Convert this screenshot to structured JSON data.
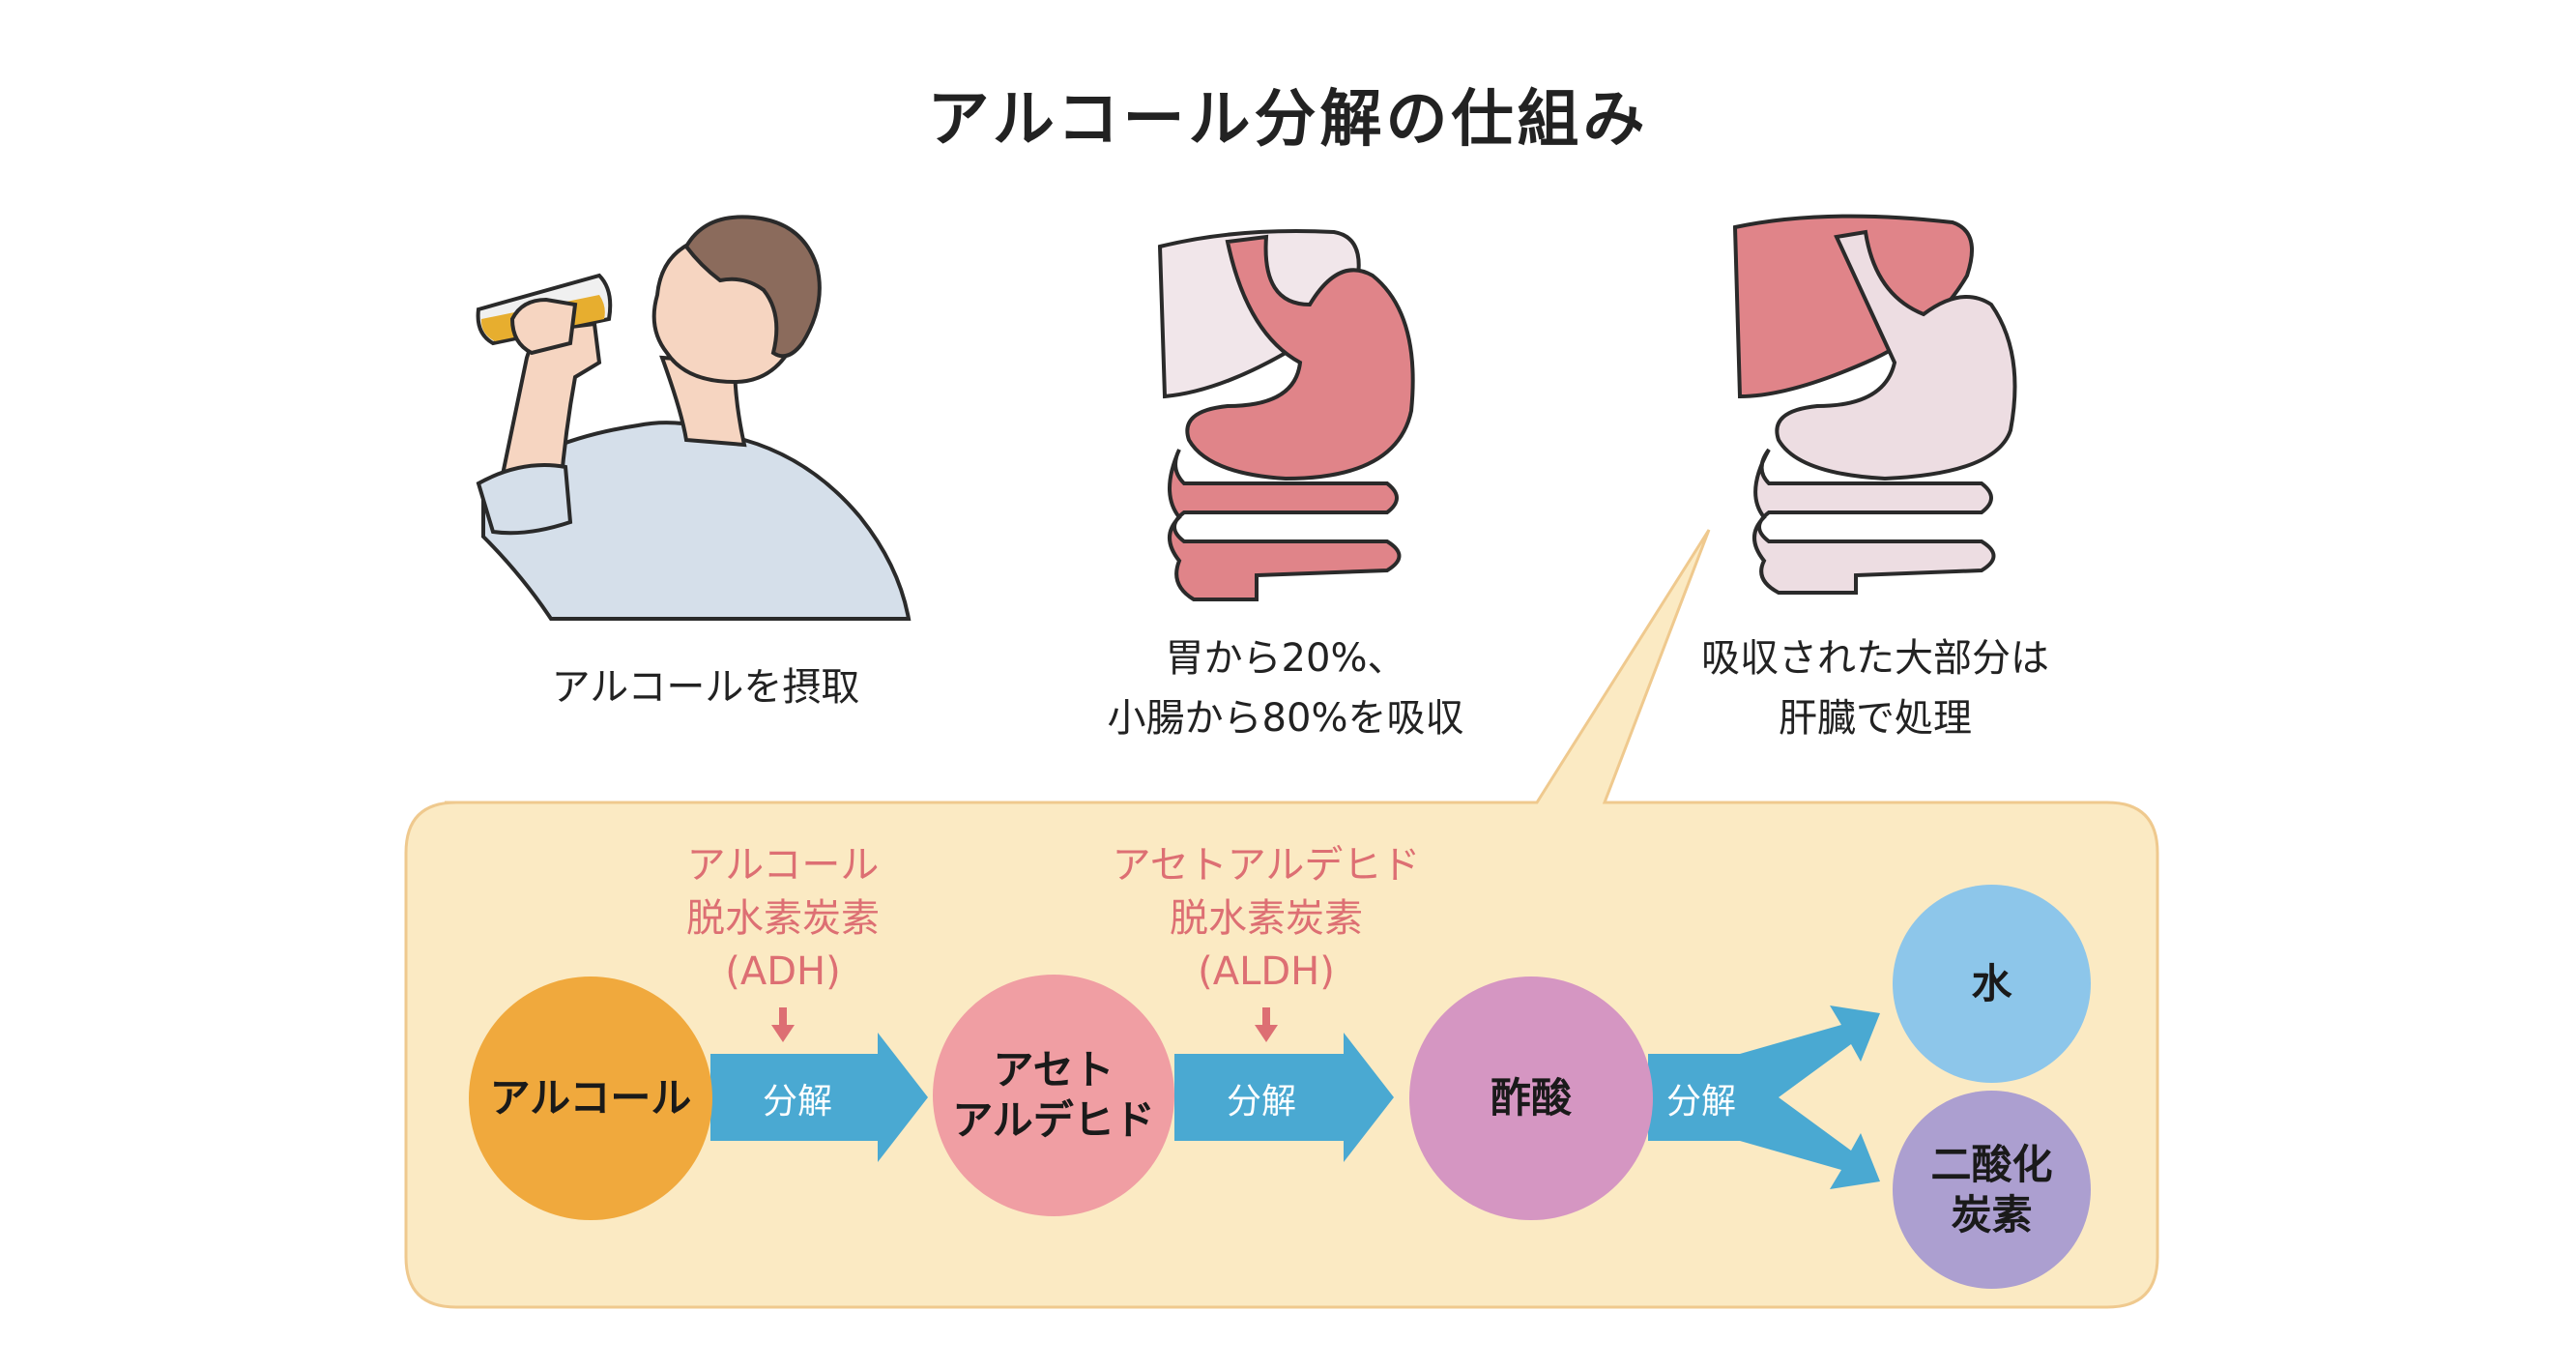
{
  "title": "アルコール分解の仕組み",
  "steps": [
    {
      "lines": [
        "アルコールを摂取"
      ]
    },
    {
      "lines": [
        "胃から20%、",
        "小腸から80%を吸収"
      ]
    },
    {
      "lines": [
        "吸収された大部分は",
        "肝臓で処理"
      ]
    }
  ],
  "enzymes": [
    {
      "lines": [
        "アルコール",
        "脱水素炭素",
        "(ADH)"
      ]
    },
    {
      "lines": [
        "アセトアルデヒド",
        "脱水素炭素",
        "(ALDH)"
      ]
    }
  ],
  "nodes": {
    "alcohol": {
      "lines": [
        "アルコール"
      ],
      "color": "#f0a93d"
    },
    "acetaldehyde": {
      "lines": [
        "アセト",
        "アルデヒド"
      ],
      "color": "#f09ea3"
    },
    "acetic_acid": {
      "lines": [
        "酢酸"
      ],
      "color": "#d596c2"
    },
    "water": {
      "lines": [
        "水"
      ],
      "color": "#8dc6ea"
    },
    "co2": {
      "lines": [
        "二酸化",
        "炭素"
      ],
      "color": "#ac9fd0"
    }
  },
  "arrows": [
    {
      "label": "分解"
    },
    {
      "label": "分解"
    },
    {
      "label": "分解"
    }
  ],
  "colors": {
    "panel": "#fbeac3",
    "panel_border": "#efc98e",
    "arrow": "#4aa9d2",
    "enzyme_text": "#dd6f73",
    "stomach": "#e08489",
    "liver": "#e08489"
  },
  "icons": [
    "person-drinking-icon",
    "stomach-highlight-icon",
    "liver-highlight-icon",
    "down-arrow-icon"
  ]
}
